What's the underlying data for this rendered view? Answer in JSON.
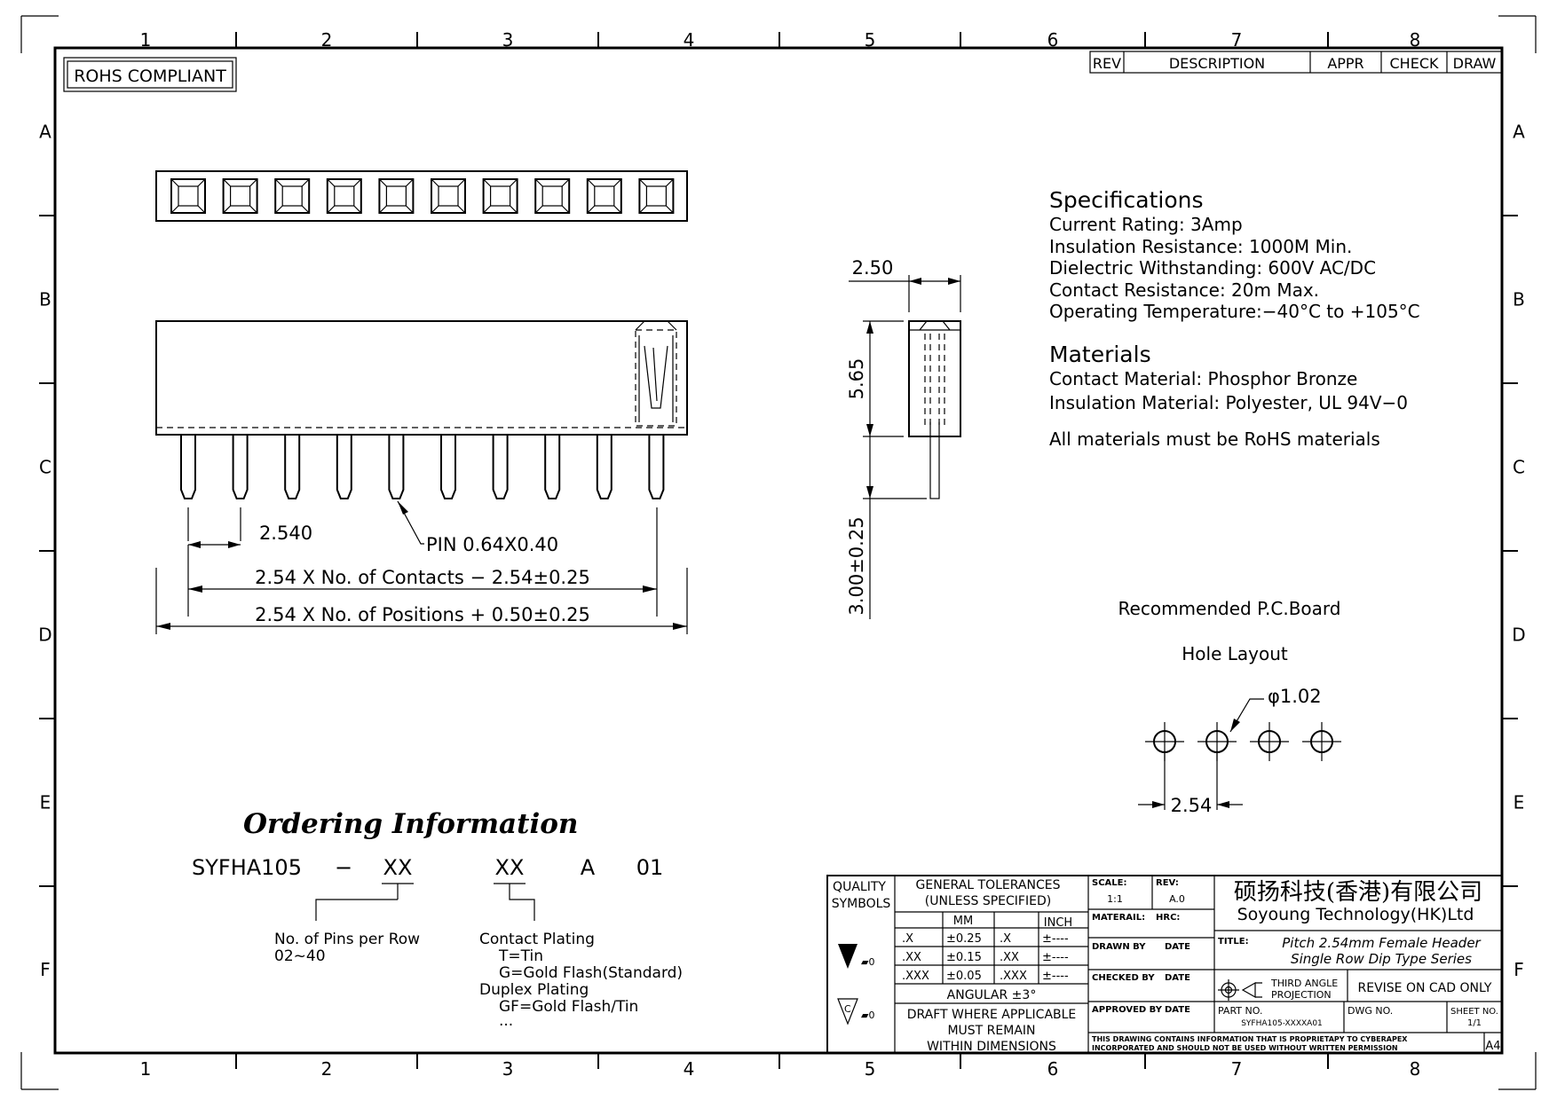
{
  "border": {
    "columns_top": [
      "1",
      "2",
      "3",
      "4",
      "5",
      "6",
      "7",
      "8"
    ],
    "columns_bottom": [
      "1",
      "2",
      "3",
      "4",
      "5",
      "6",
      "7",
      "8"
    ],
    "rows": [
      "A",
      "B",
      "C",
      "D",
      "E",
      "F"
    ]
  },
  "rohs_label": "ROHS COMPLIANT",
  "revision_table": {
    "rev": "REV",
    "description": "DESCRIPTION",
    "appr": "APPR",
    "check": "CHECK",
    "draw": "DRAW"
  },
  "dimensions": {
    "pitch": "2.540",
    "pin": "PIN 0.64X0.40",
    "contacts_length": "2.54 X No. of Contacts − 2.54±0.25",
    "positions_length": "2.54 X No. of Positions + 0.50±0.25",
    "width": "2.50",
    "height": "5.65",
    "pin_length": "3.00±0.25"
  },
  "specifications": {
    "heading": "Specifications",
    "lines": [
      "Current Rating:   3Amp",
      "Insulation Resistance: 1000M   Min.",
      "Dielectric Withstanding:   600V AC/DC",
      "Contact Resistance:   20m   Max.",
      "Operating Temperature:−40°C to +105°C"
    ]
  },
  "materials": {
    "heading": "Materials",
    "lines": [
      "Contact Material: Phosphor Bronze",
      "Insulation Material: Polyester, UL 94V−0"
    ],
    "note": "All materials must be RoHS materials"
  },
  "pcb": {
    "title_line1": "Recommended P.C.Board",
    "title_line2": "Hole Layout",
    "hole_dia": "φ1.02",
    "pitch": "2.54"
  },
  "ordering": {
    "heading": "Ordering Information",
    "code_parts": [
      "SYFHA105",
      "−",
      "XX",
      "XX",
      "A",
      "01"
    ],
    "pins_label": "No. of Pins per Row",
    "pins_range": "02~40",
    "plating_lines": [
      "Contact Plating",
      "T=Tin",
      "G=Gold Flash(Standard)",
      "Duplex Plating",
      "GF=Gold Flash/Tin",
      "..."
    ]
  },
  "title_block": {
    "quality_symbols": [
      "QUALITY",
      "SYMBOLS"
    ],
    "symbol_suffix": "▰0",
    "general_tolerances": [
      "GENERAL TOLERANCES",
      "(UNLESS SPECIFIED)"
    ],
    "mm": "MM",
    "inch": "INCH",
    "tolerance_rows": [
      {
        "p": ".X",
        "mm": "±0.25",
        "p2": ".X",
        "inch": "±----"
      },
      {
        "p": ".XX",
        "mm": "±0.15",
        "p2": ".XX",
        "inch": "±----"
      },
      {
        "p": ".XXX",
        "mm": "±0.05",
        "p2": ".XXX",
        "inch": "±----"
      }
    ],
    "angular": "ANGULAR ±3°",
    "draft_note": [
      "DRAFT WHERE APPLICABLE",
      "MUST REMAIN",
      "WITHIN DIMENSIONS"
    ],
    "scale_label": "SCALE:",
    "scale_value": "1:1",
    "rev_label": "REV:",
    "rev_value": "A.0",
    "material_label": "MATERAIL:",
    "hrc_label": "HRC:",
    "drawn_by": "DRAWN BY",
    "checked_by": "CHECKED BY",
    "approved_by": "APPROVED BY",
    "date_label": "DATE",
    "company_cn": "硕扬科技(香港)有限公司",
    "company_en": "Soyoung Technology(HK)Ltd",
    "title_label": "TITLE:",
    "title_lines": [
      "Pitch 2.54mm Female Header",
      "Single Row Dip Type Series"
    ],
    "projection_lines": [
      "THIRD ANGLE",
      "PROJECTION"
    ],
    "revise_note": "REVISE ON CAD ONLY",
    "part_no_label": "PART NO.",
    "part_no": "SYFHA105-XXXXA01",
    "dwg_no_label": "DWG NO.",
    "sheet_no_label": "SHEET NO.",
    "sheet_no": "1/1",
    "confidential_lines": [
      "THIS DRAWING CONTAINS INFORMATION THAT IS PROPRIETAPY TO CYBERAPEX",
      "INCORPORATED AND SHOULD NOT BE USED WITHOUT WRITTEN PERMISSION"
    ],
    "paper_size": "A4"
  }
}
